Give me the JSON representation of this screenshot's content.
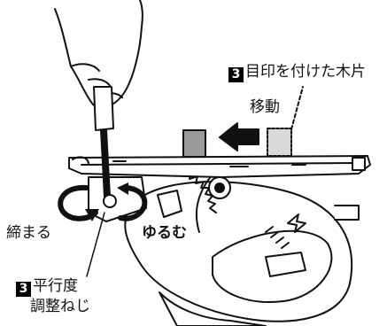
{
  "labels": {
    "marked_wood_badge": "3",
    "marked_wood": "目印を付けた木片",
    "move": "移動",
    "tighten": "締まる",
    "loosen": "ゆるむ",
    "screw_badge": "3",
    "screw_line1": "平行度",
    "screw_line2": "調整ねじ"
  }
}
